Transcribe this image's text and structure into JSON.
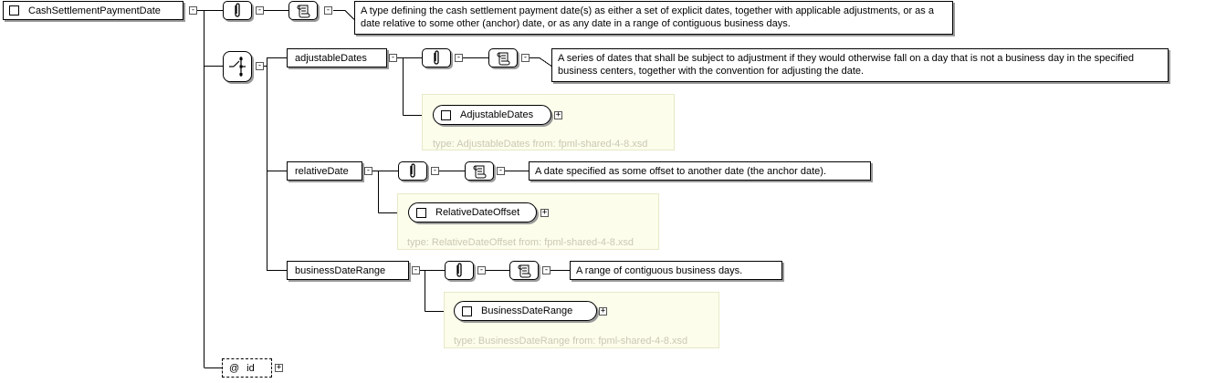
{
  "root": {
    "name": "CashSettlementPaymentDate",
    "documentation": "A type defining the cash settlement payment date(s) as either a set of explicit dates, together with applicable adjustments, or as a date relative to some other (anchor) date, or as any date in a range of contiguous business days."
  },
  "elements": [
    {
      "name": "adjustableDates",
      "documentation": "A series of dates that shall be subject to adjustment if they would otherwise fall on a day that is not a business day in the specified business centers, together with the convention for adjusting the date.",
      "type": "AdjustableDates",
      "type_info": "type: AdjustableDates from: fpml-shared-4-8.xsd"
    },
    {
      "name": "relativeDate",
      "documentation": "A date specified as some offset to another date (the anchor date).",
      "type": "RelativeDateOffset",
      "type_info": "type: RelativeDateOffset from: fpml-shared-4-8.xsd"
    },
    {
      "name": "businessDateRange",
      "documentation": "A range of contiguous business days.",
      "type": "BusinessDateRange",
      "type_info": "type: BusinessDateRange from: fpml-shared-4-8.xsd"
    }
  ],
  "attribute": {
    "at_symbol": "@",
    "name": "id"
  },
  "icons": {
    "appinfo": "paperclip-icon",
    "documentation": "scroll-icon",
    "choice": "choice-compositor-icon",
    "expand": "+",
    "collapse": "-"
  }
}
